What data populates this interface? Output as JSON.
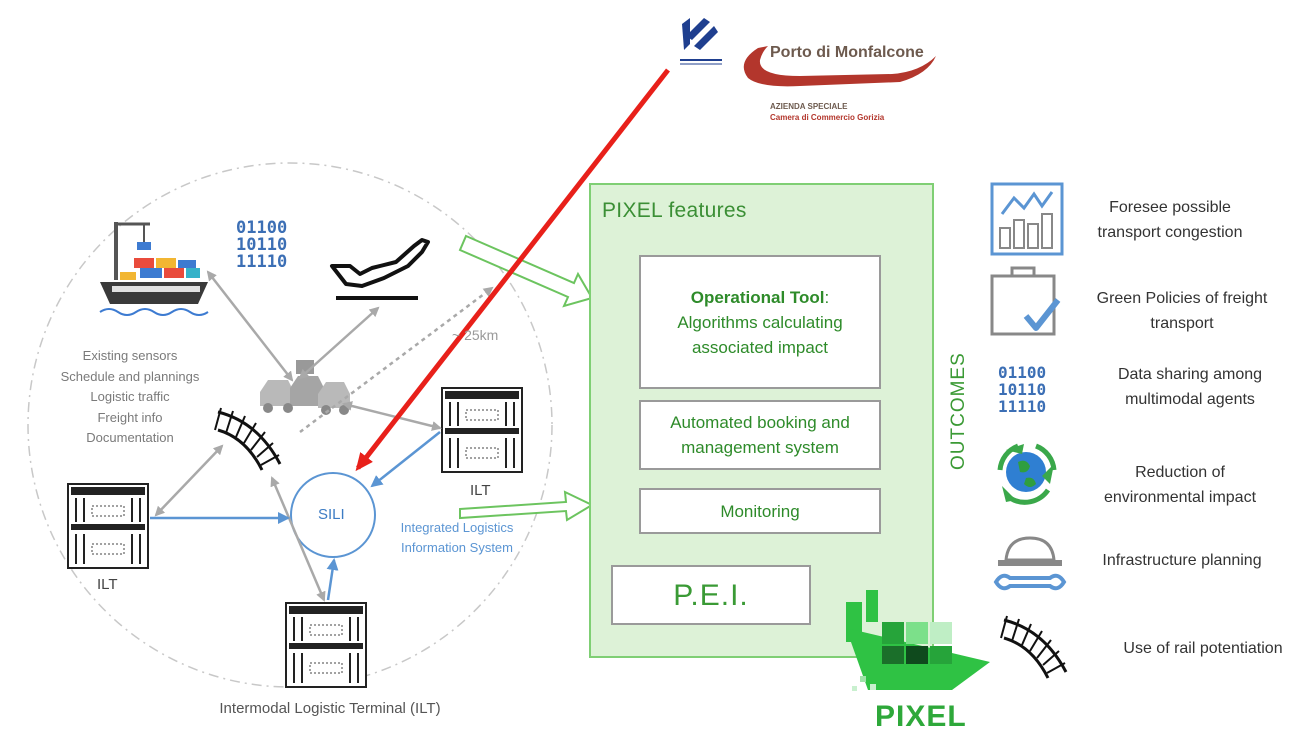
{
  "left_section": {
    "sensor_items": [
      "Existing sensors",
      "Schedule and plannings",
      "Logistic traffic",
      "Freight info",
      "Documentation"
    ],
    "binary_lines": [
      "01100",
      "10110",
      "11110"
    ],
    "distance_label": "~ 25km",
    "sili_label": "SILI",
    "ils_lines": [
      "Integrated Logistics",
      "Information System"
    ],
    "ilt_labels": [
      "ILT",
      "ILT"
    ],
    "caption": "Intermodal Logistic Terminal (ILT)"
  },
  "features_panel": {
    "title": "PIXEL features",
    "operational_tool": {
      "heading": "Operational Tool",
      "lines": [
        "Algorithms calculating",
        "associated impact"
      ]
    },
    "booking_lines": [
      "Automated booking and",
      "management system"
    ],
    "monitoring": "Monitoring",
    "pei": "P.E.I."
  },
  "outcomes": {
    "title": "OUTCOMES",
    "items": [
      {
        "icon": "bar-chart-icon",
        "lines": [
          "Foresee possible",
          "transport congestion"
        ]
      },
      {
        "icon": "green-bag-icon",
        "lines": [
          "Green Policies of freight",
          "transport"
        ]
      },
      {
        "icon": "binary-data-icon",
        "lines": [
          "Data sharing among",
          "multimodal agents"
        ]
      },
      {
        "icon": "recycle-globe-icon",
        "lines": [
          "Reduction of",
          "environmental impact"
        ]
      },
      {
        "icon": "hardhat-wrench-icon",
        "lines": [
          "Infrastructure planning"
        ]
      },
      {
        "icon": "rail-tracks-icon",
        "lines": [
          "Use of rail potentiation"
        ]
      }
    ],
    "binary_lines": [
      "01100",
      "10110",
      "11110"
    ]
  },
  "port_logo": {
    "name": "Porto di Monfalcone",
    "sub1": "AZIENDA SPECIALE",
    "sub2": "Camera di Commercio Gorizia"
  },
  "pixel_logo": {
    "word": "PIXEL"
  },
  "colors": {
    "green_panel_fill": "#ddf2d7",
    "green_panel_border": "#7fcf74",
    "green_text": "#2e8b2a",
    "blue_arrow": "#5b95d3",
    "gray_arrow": "#a9a9a9",
    "red_arrow": "#e8201a"
  }
}
